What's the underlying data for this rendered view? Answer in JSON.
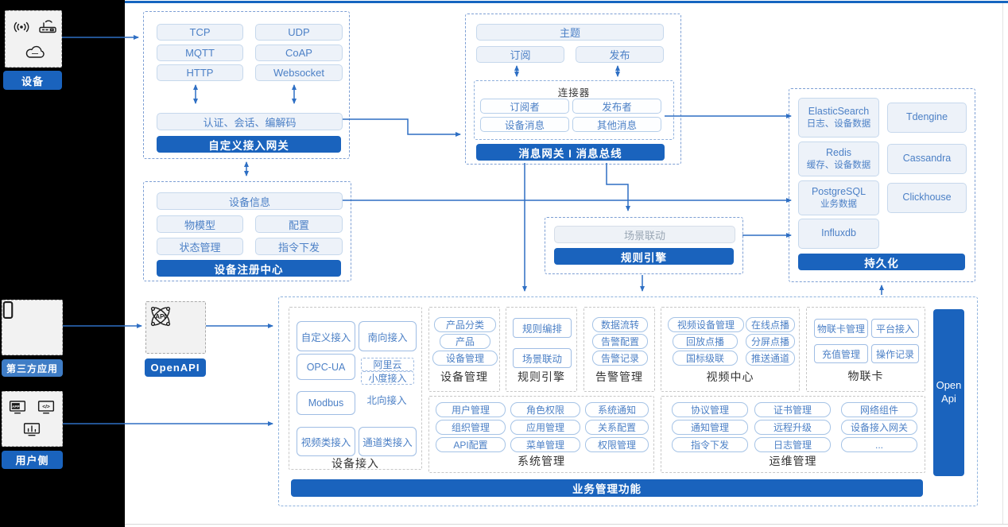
{
  "colors": {
    "accent": "#1a63bd",
    "arrow": "#2e6fc4",
    "button_text": "#4c80c6"
  },
  "left_rail": {
    "device": {
      "label": "设备",
      "icons": [
        "signal-icon",
        "router-icon",
        "cloud-icon"
      ]
    },
    "third_party": {
      "label": "第三方应用",
      "icons": [
        "phone-icon"
      ]
    },
    "user_side": {
      "label": "用户侧",
      "icons": [
        "app-icon",
        "code-icon",
        "dashboard-icon"
      ]
    }
  },
  "openapi": {
    "label": "OpenAPI",
    "icon": "api-atom-icon"
  },
  "custom_gateway": {
    "title": "自定义接入网关",
    "protocols": [
      "TCP",
      "UDP",
      "MQTT",
      "CoAP",
      "HTTP",
      "Websocket"
    ],
    "middleware": "认证、会话、编解码"
  },
  "message_bus": {
    "title": "消息网关 I 消息总线",
    "topic": "主题",
    "subscribe": "订阅",
    "publish": "发布",
    "connector": {
      "title": "连接器",
      "items": [
        "订阅者",
        "发布者",
        "设备消息",
        "其他消息"
      ]
    }
  },
  "persistence": {
    "title": "持久化",
    "stores": [
      {
        "name": "ElasticSearch",
        "desc": "日志、设备数据"
      },
      {
        "name": "Tdengine",
        "desc": ""
      },
      {
        "name": "Redis",
        "desc": "缓存、设备数据"
      },
      {
        "name": "Cassandra",
        "desc": ""
      },
      {
        "name": "PostgreSQL",
        "desc": "业务数据"
      },
      {
        "name": "Clickhouse",
        "desc": ""
      },
      {
        "name": "Influxdb",
        "desc": ""
      }
    ]
  },
  "device_registry": {
    "title": "设备注册中心",
    "info": "设备信息",
    "items": [
      "物模型",
      "配置",
      "状态管理",
      "指令下发"
    ]
  },
  "rule_engine_box": {
    "title": "规则引擎",
    "item": "场景联动"
  },
  "business": {
    "title": "业务管理功能",
    "open_api": {
      "line1": "Open",
      "line2": "Api"
    },
    "device_access": {
      "label": "设备接入",
      "col1": [
        "自定义接入",
        "OPC-UA",
        "Modbus",
        "视频类接入"
      ],
      "col2": [
        "南向接入",
        "阿里云",
        "小度接入",
        "北向接入",
        "通道类接入"
      ]
    },
    "device_mgmt": {
      "label": "设备管理",
      "items": [
        "产品分类",
        "产品",
        "设备管理"
      ]
    },
    "rule_engine": {
      "label": "规则引擎",
      "items": [
        "规则编排",
        "场景联动"
      ]
    },
    "alarm": {
      "label": "告警管理",
      "items": [
        "数据流转",
        "告警配置",
        "告警记录"
      ]
    },
    "video": {
      "label": "视频中心",
      "items": [
        "视频设备管理",
        "在线点播",
        "回放点播",
        "分屏点播",
        "国标级联",
        "推送通道"
      ]
    },
    "iot_card": {
      "label": "物联卡",
      "items": [
        "物联卡管理",
        "平台接入",
        "充值管理",
        "操作记录"
      ]
    },
    "system": {
      "label": "系统管理",
      "items": [
        "用户管理",
        "角色权限",
        "系统通知",
        "组织管理",
        "应用管理",
        "关系配置",
        "API配置",
        "菜单管理",
        "权限管理"
      ]
    },
    "ops": {
      "label": "运维管理",
      "items": [
        "协议管理",
        "证书管理",
        "网络组件",
        "通知管理",
        "远程升级",
        "设备接入网关",
        "指令下发",
        "日志管理",
        "..."
      ]
    }
  }
}
